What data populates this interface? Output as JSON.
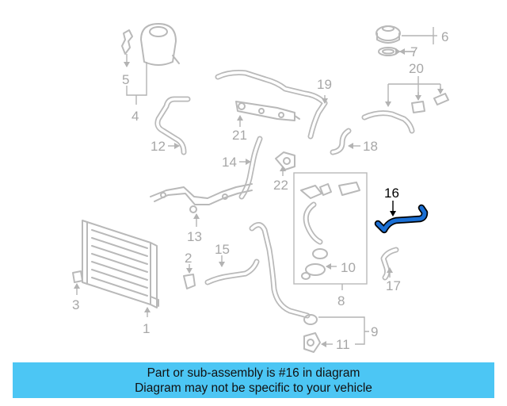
{
  "callouts": {
    "c1": "1",
    "c2": "2",
    "c3": "3",
    "c4": "4",
    "c5": "5",
    "c6": "6",
    "c7": "7",
    "c8": "8",
    "c9": "9",
    "c10": "10",
    "c11": "11",
    "c12": "12",
    "c13": "13",
    "c14": "14",
    "c15": "15",
    "c16": "16",
    "c17": "17",
    "c18": "18",
    "c19": "19",
    "c20": "20",
    "c21": "21",
    "c22": "22"
  },
  "highlight": {
    "color": "#1a6fd4"
  },
  "banner": {
    "line1": "Part or sub-assembly is #16 in diagram",
    "line2": "Diagram may not be specific to your vehicle",
    "background": "#4cc6f4"
  }
}
